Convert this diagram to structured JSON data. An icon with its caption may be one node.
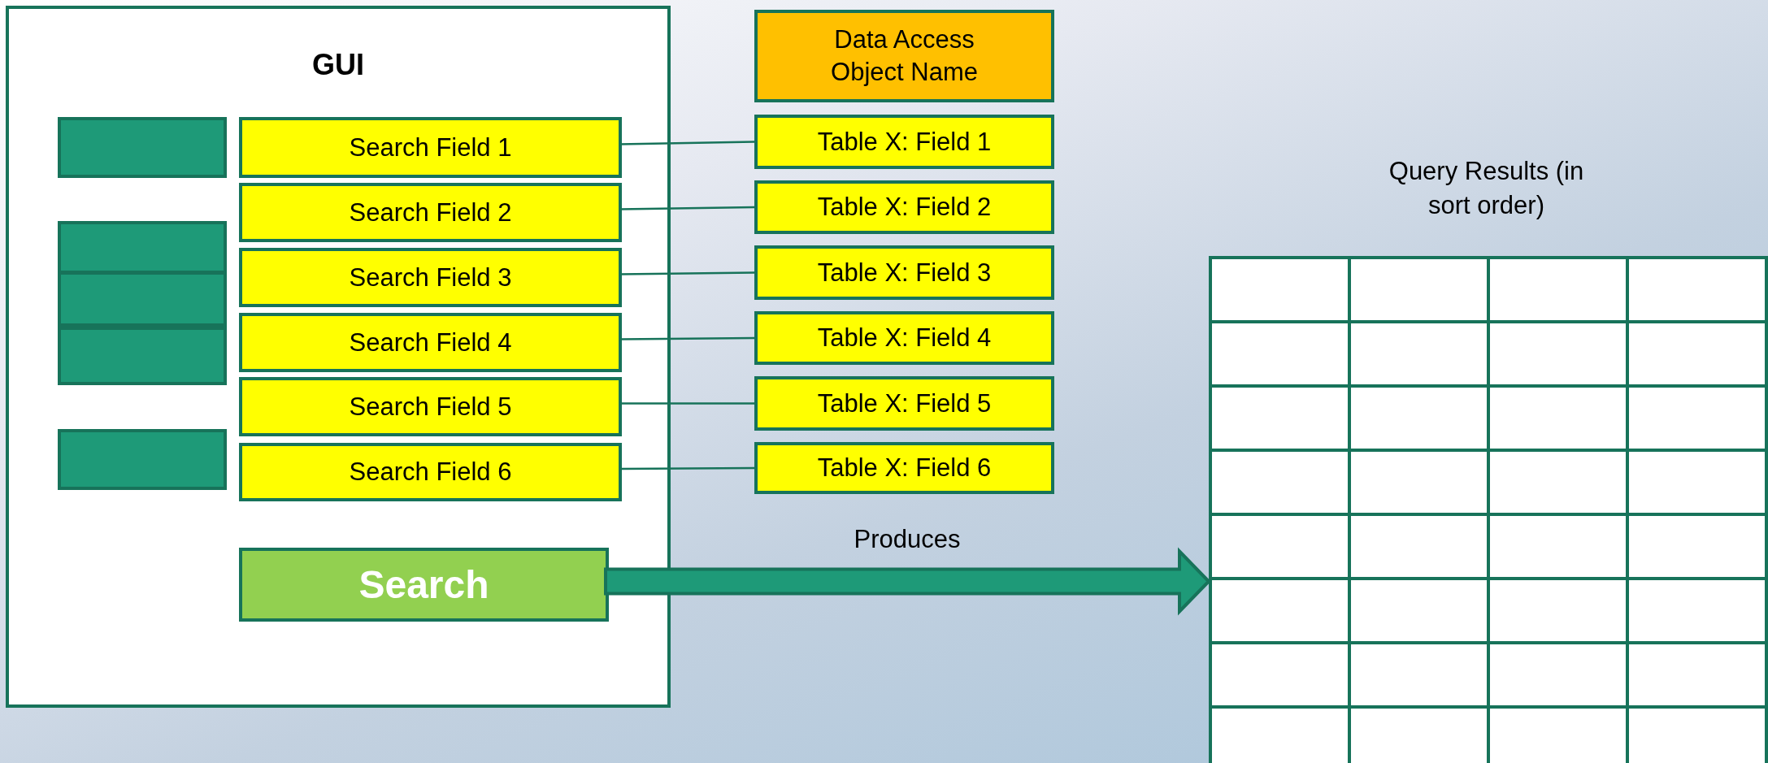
{
  "diagram": {
    "nodes": [
      {
        "text": [
          "GUI"
        ]
      },
      {
        "text": [],
        "shape": "box",
        "in": 0
      },
      {
        "text": [],
        "shape": "box",
        "in": 0
      },
      {
        "text": [],
        "shape": "box",
        "in": 0
      },
      {
        "text": [],
        "shape": "box",
        "in": 0
      },
      {
        "text": [],
        "shape": "box",
        "in": 0
      },
      {
        "text": [
          "Search Field 1"
        ],
        "in": 0
      },
      {
        "text": [
          "Search Field 2"
        ],
        "in": 0
      },
      {
        "text": [
          "Search Field 3"
        ],
        "in": 0
      },
      {
        "text": [
          "Search Field 4"
        ],
        "in": 0
      },
      {
        "text": [
          "Search Field 5"
        ],
        "in": 0
      },
      {
        "text": [
          "Search Field 6"
        ],
        "in": 0
      },
      {
        "text": [
          "Search"
        ],
        "in": 0
      },
      {
        "text": [
          "Data Access Object Name"
        ]
      },
      {
        "text": [
          "Table X: Field 1"
        ]
      },
      {
        "text": [
          "Table X: Field 2"
        ]
      },
      {
        "text": [
          "Table X: Field 3"
        ]
      },
      {
        "text": [
          "Table X: Field 4"
        ]
      },
      {
        "text": [
          "Table X: Field 5"
        ]
      },
      {
        "text": [
          "Table X: Field 6"
        ]
      },
      {
        "text": [
          "Query Results (in sort order)"
        ]
      }
    ],
    "edges": [
      {
        "from": 6,
        "to": 14,
        "arrow": "none"
      },
      {
        "from": 7,
        "to": 15,
        "arrow": "none"
      },
      {
        "from": 8,
        "to": 16,
        "arrow": "none"
      },
      {
        "from": 9,
        "to": 17,
        "arrow": "none"
      },
      {
        "from": 10,
        "to": 18,
        "arrow": "none"
      },
      {
        "from": 11,
        "to": 19,
        "arrow": "none"
      },
      {
        "from": 12,
        "to": 20,
        "arrow": "to",
        "label": "Produces",
        "style": "thick"
      }
    ]
  }
}
